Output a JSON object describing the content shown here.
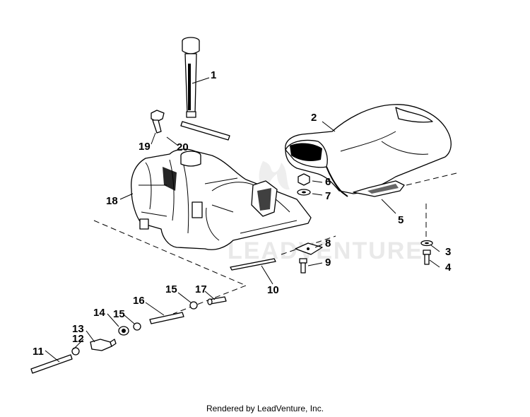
{
  "footer": {
    "credit": "Rendered by LeadVenture, Inc."
  },
  "watermark": {
    "text": "LEADVENTURE"
  },
  "callouts": [
    "1",
    "2",
    "3",
    "4",
    "5",
    "6",
    "7",
    "8",
    "9",
    "10",
    "11",
    "12",
    "13",
    "14",
    "15",
    "15",
    "16",
    "17",
    "18",
    "19",
    "20"
  ]
}
